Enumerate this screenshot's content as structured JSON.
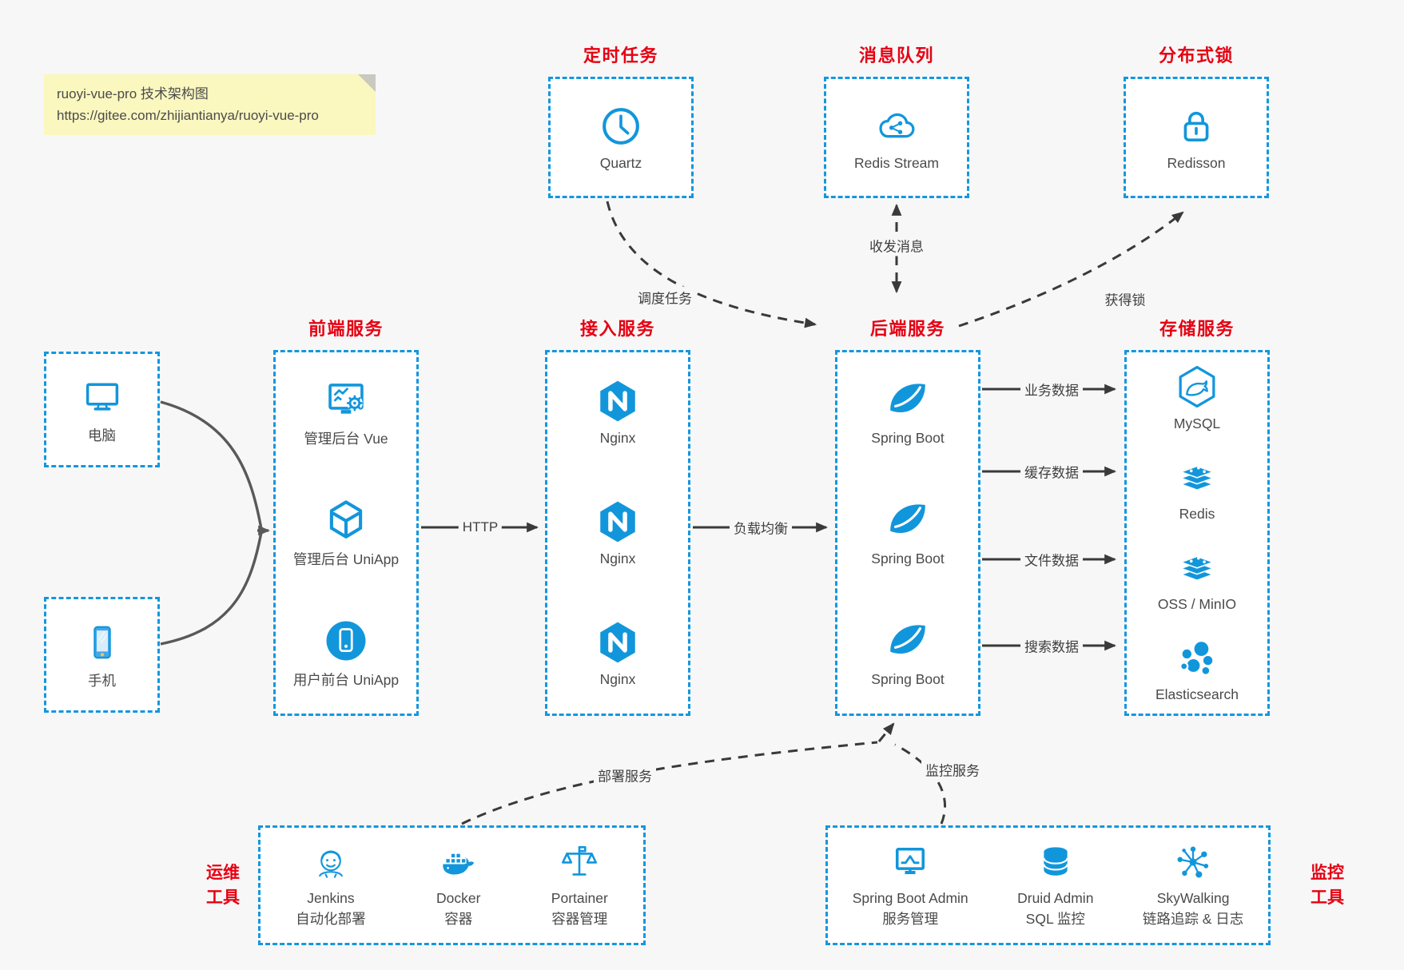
{
  "colors": {
    "accent_blue": "#1296db",
    "title_red": "#e60012",
    "background": "#f7f7f7",
    "note_bg": "#faf7bf",
    "arrow_dark": "#3a3a3a",
    "arrow_gray": "#595959"
  },
  "note": {
    "line1": "ruoyi-vue-pro 技术架构图",
    "line2": "https://gitee.com/zhijiantianya/ruoyi-vue-pro"
  },
  "top_groups": [
    {
      "title": "定时任务",
      "item": {
        "icon": "clock-icon",
        "label": "Quartz"
      }
    },
    {
      "title": "消息队列",
      "item": {
        "icon": "cloud-message-icon",
        "label": "Redis Stream"
      }
    },
    {
      "title": "分布式锁",
      "item": {
        "icon": "lock-icon",
        "label": "Redisson"
      }
    }
  ],
  "clients": [
    {
      "icon": "desktop-icon",
      "label": "电脑"
    },
    {
      "icon": "smartphone-icon",
      "label": "手机"
    }
  ],
  "columns": [
    {
      "title": "前端服务",
      "items": [
        {
          "icon": "admin-dashboard-icon",
          "label": "管理后台 Vue"
        },
        {
          "icon": "uniapp-cube-icon",
          "label": "管理后台 UniApp"
        },
        {
          "icon": "user-app-icon",
          "label": "用户前台 UniApp"
        }
      ]
    },
    {
      "title": "接入服务",
      "items": [
        {
          "icon": "nginx-icon",
          "label": "Nginx"
        },
        {
          "icon": "nginx-icon",
          "label": "Nginx"
        },
        {
          "icon": "nginx-icon",
          "label": "Nginx"
        }
      ]
    },
    {
      "title": "后端服务",
      "items": [
        {
          "icon": "spring-icon",
          "label": "Spring Boot"
        },
        {
          "icon": "spring-icon",
          "label": "Spring Boot"
        },
        {
          "icon": "spring-icon",
          "label": "Spring Boot"
        }
      ]
    },
    {
      "title": "存储服务",
      "items": [
        {
          "icon": "mysql-icon",
          "label": "MySQL"
        },
        {
          "icon": "redis-stack-icon",
          "label": "Redis"
        },
        {
          "icon": "redis-stack-icon",
          "label": "OSS / MinIO"
        },
        {
          "icon": "elasticsearch-icon",
          "label": "Elasticsearch"
        }
      ]
    }
  ],
  "bottom_groups": [
    {
      "vert_label": [
        "运维",
        "工具"
      ],
      "items": [
        {
          "icon": "jenkins-icon",
          "label": "Jenkins",
          "sublabel": "自动化部署"
        },
        {
          "icon": "docker-icon",
          "label": "Docker",
          "sublabel": "容器"
        },
        {
          "icon": "portainer-icon",
          "label": "Portainer",
          "sublabel": "容器管理"
        }
      ]
    },
    {
      "vert_label": [
        "监控",
        "工具"
      ],
      "items": [
        {
          "icon": "springboot-admin-icon",
          "label": "Spring Boot Admin",
          "sublabel": "服务管理"
        },
        {
          "icon": "druid-icon",
          "label": "Druid Admin",
          "sublabel": "SQL 监控"
        },
        {
          "icon": "skywalking-icon",
          "label": "SkyWalking",
          "sublabel": "链路追踪 & 日志"
        }
      ]
    }
  ],
  "edges": {
    "http": "HTTP",
    "load_balance": "负载均衡",
    "business_data": "业务数据",
    "cache_data": "缓存数据",
    "file_data": "文件数据",
    "search_data": "搜索数据",
    "schedule_task": "调度任务",
    "send_receive_msg": "收发消息",
    "acquire_lock": "获得锁",
    "deploy_service": "部署服务",
    "monitor_service": "监控服务"
  }
}
